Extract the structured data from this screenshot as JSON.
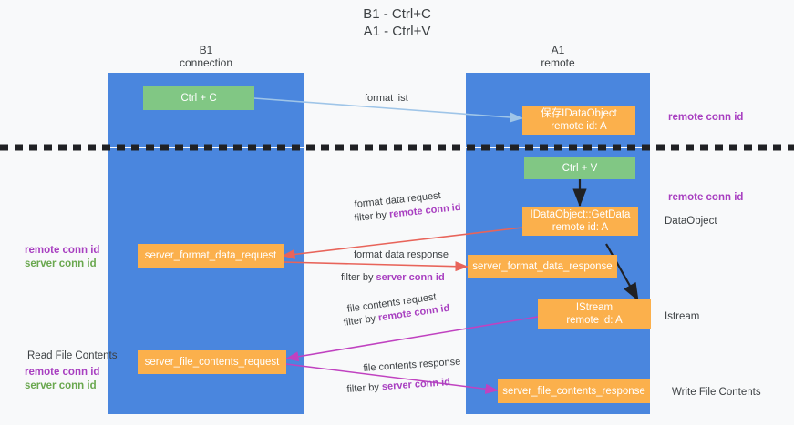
{
  "title": "B1 - Ctrl+C\nA1 - Ctrl+V",
  "columns": [
    {
      "name": "b1",
      "header": "B1\nconnection"
    },
    {
      "name": "a1",
      "header": "A1\nremote"
    }
  ],
  "nodes": {
    "ctrl_c": "Ctrl + C",
    "ctrl_v": "Ctrl + V",
    "idataobject": "保存IDataObject\nremote id: A",
    "getdata": "IDataObject::GetData\nremote id: A",
    "istream": "IStream\nremote id: A",
    "server_format_data_request": "server_format_data_request",
    "server_format_data_response": "server_format_data_response",
    "server_file_contents_request": "server_file_contents_request",
    "server_file_contents_response": "server_file_contents_response"
  },
  "arrow_labels": {
    "format_list": "format list",
    "format_data_request": "format data request",
    "format_data_request_filter_prefix": "filter by ",
    "format_data_request_filter_key": "remote conn id",
    "format_data_response": "format data response",
    "format_data_response_filter_prefix": "filter by ",
    "format_data_response_filter_key": "server conn id",
    "file_contents_request": "file contents request",
    "file_contents_request_filter_prefix": "filter by ",
    "file_contents_request_filter_key": "remote conn id",
    "file_contents_response": "file contents response",
    "file_contents_response_filter_prefix": "filter by ",
    "file_contents_response_filter_key": "server conn id"
  },
  "side_labels": {
    "right_top_remote_conn_id": "remote conn id",
    "right_mid_remote_conn_id": "remote conn id",
    "right_dataobject": "DataObject",
    "right_istream": "Istream",
    "right_write_file_contents": "Write File Contents",
    "left_mid_remote_conn_id": "remote conn id",
    "left_mid_server_conn_id": "server conn id",
    "left_read_file_contents": "Read File Contents",
    "left_bottom_remote_conn_id": "remote conn id",
    "left_bottom_server_conn_id": "server conn id"
  },
  "colors": {
    "panel_blue": "#4a86de",
    "node_orange": "#fbb04c",
    "node_green": "#81c784",
    "accent_purple": "#a83fc0",
    "accent_green": "#6aa84f",
    "arrow_light_blue": "#9fc5e8",
    "arrow_red": "#e8645a",
    "arrow_magenta": "#c042c0",
    "arrow_black": "#202124",
    "background": "#f8f9fa"
  }
}
